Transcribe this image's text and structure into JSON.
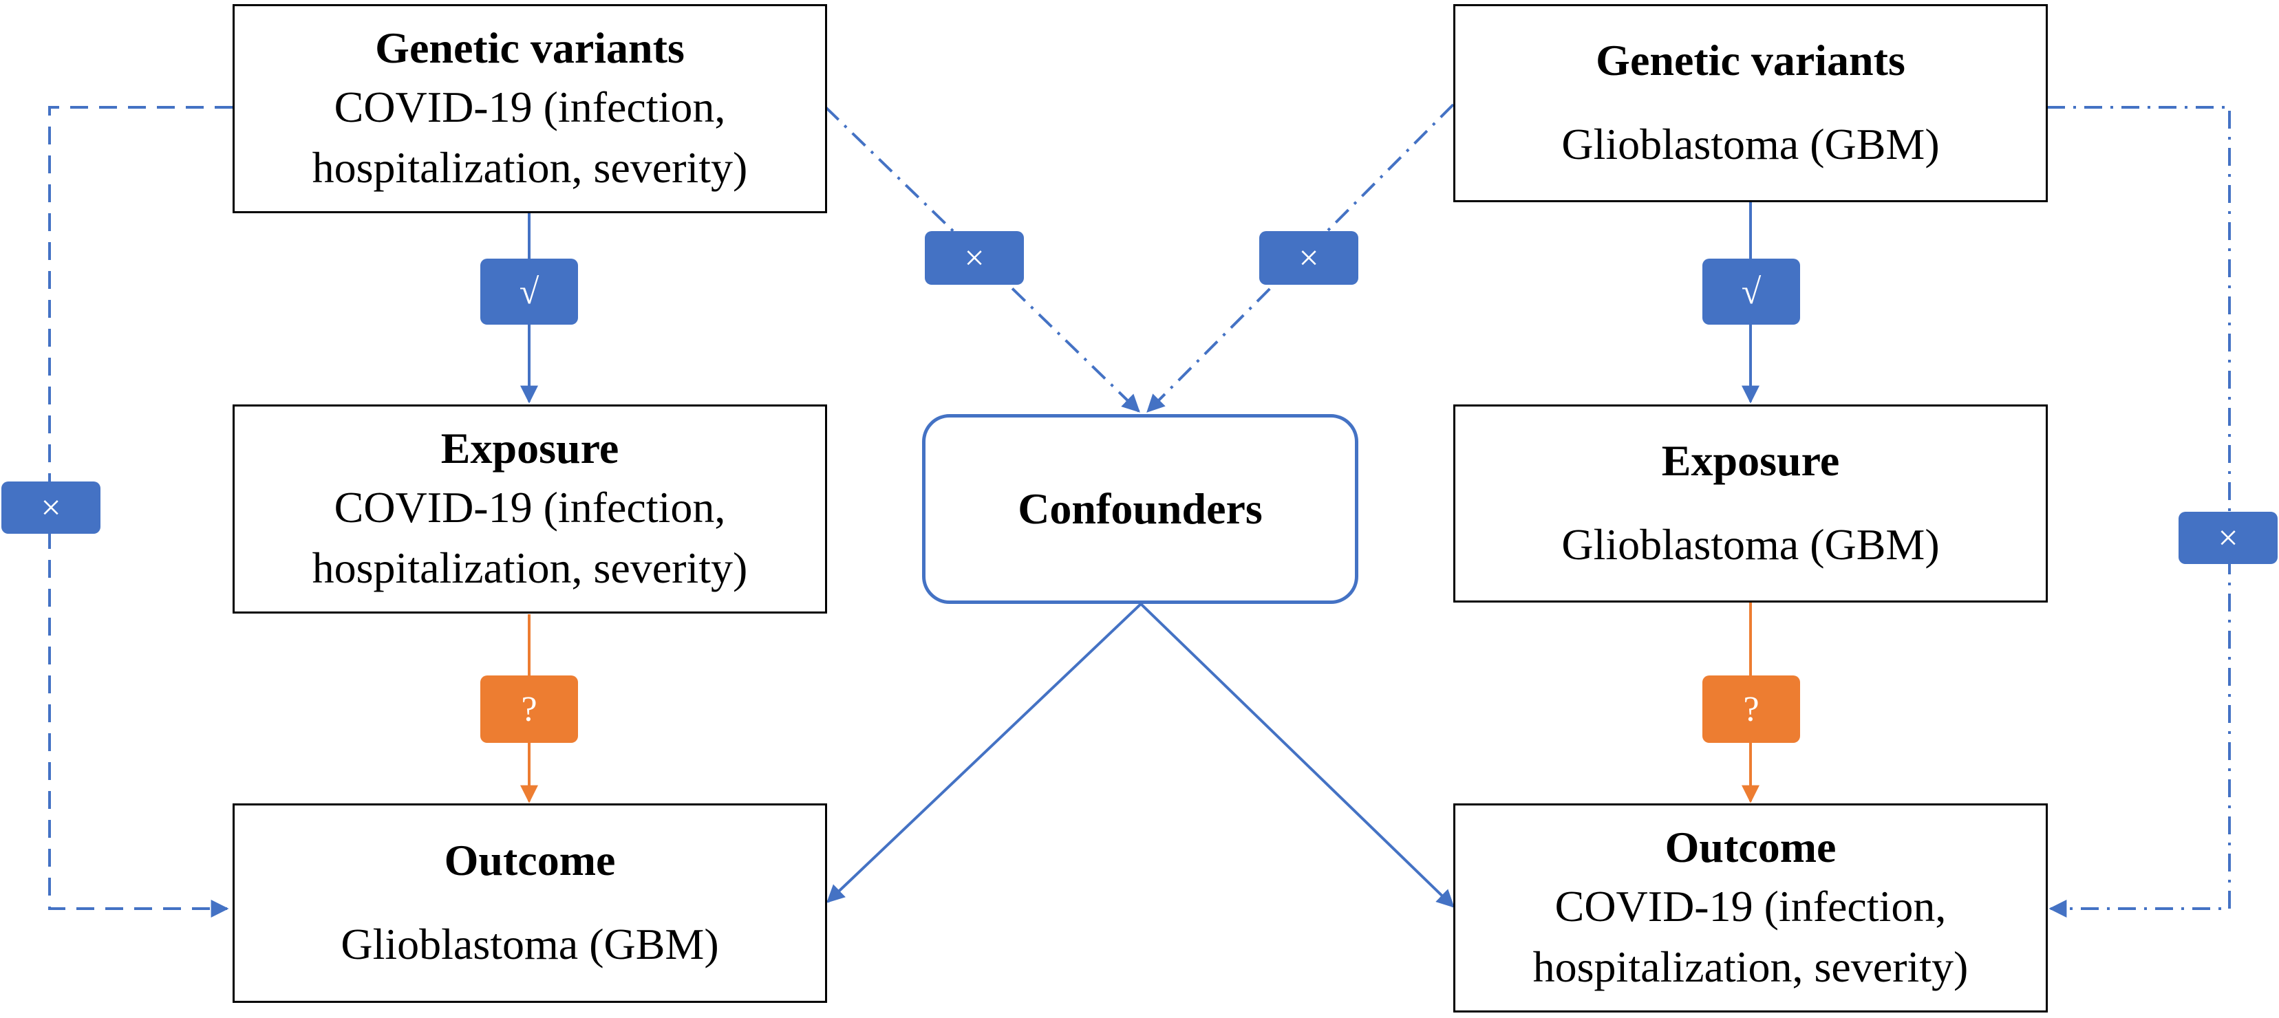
{
  "colors": {
    "blue": "#4472C4",
    "orange": "#ED7D31",
    "border": "#000000"
  },
  "left": {
    "gv_title": "Genetic variants",
    "gv_line1": "COVID-19 (infection,",
    "gv_line2": "hospitalization, severity)",
    "exp_title": "Exposure",
    "exp_line1": "COVID-19 (infection,",
    "exp_line2": "hospitalization, severity)",
    "out_title": "Outcome",
    "out_line1": "Glioblastoma (GBM)"
  },
  "right": {
    "gv_title": "Genetic variants",
    "gv_line1": "Glioblastoma (GBM)",
    "exp_title": "Exposure",
    "exp_line1": "Glioblastoma (GBM)",
    "out_title": "Outcome",
    "out_line1": "COVID-19 (infection,",
    "out_line2": "hospitalization, severity)"
  },
  "confounders": "Confounders",
  "badges": {
    "check": "√",
    "cross": "×",
    "question": "?"
  }
}
